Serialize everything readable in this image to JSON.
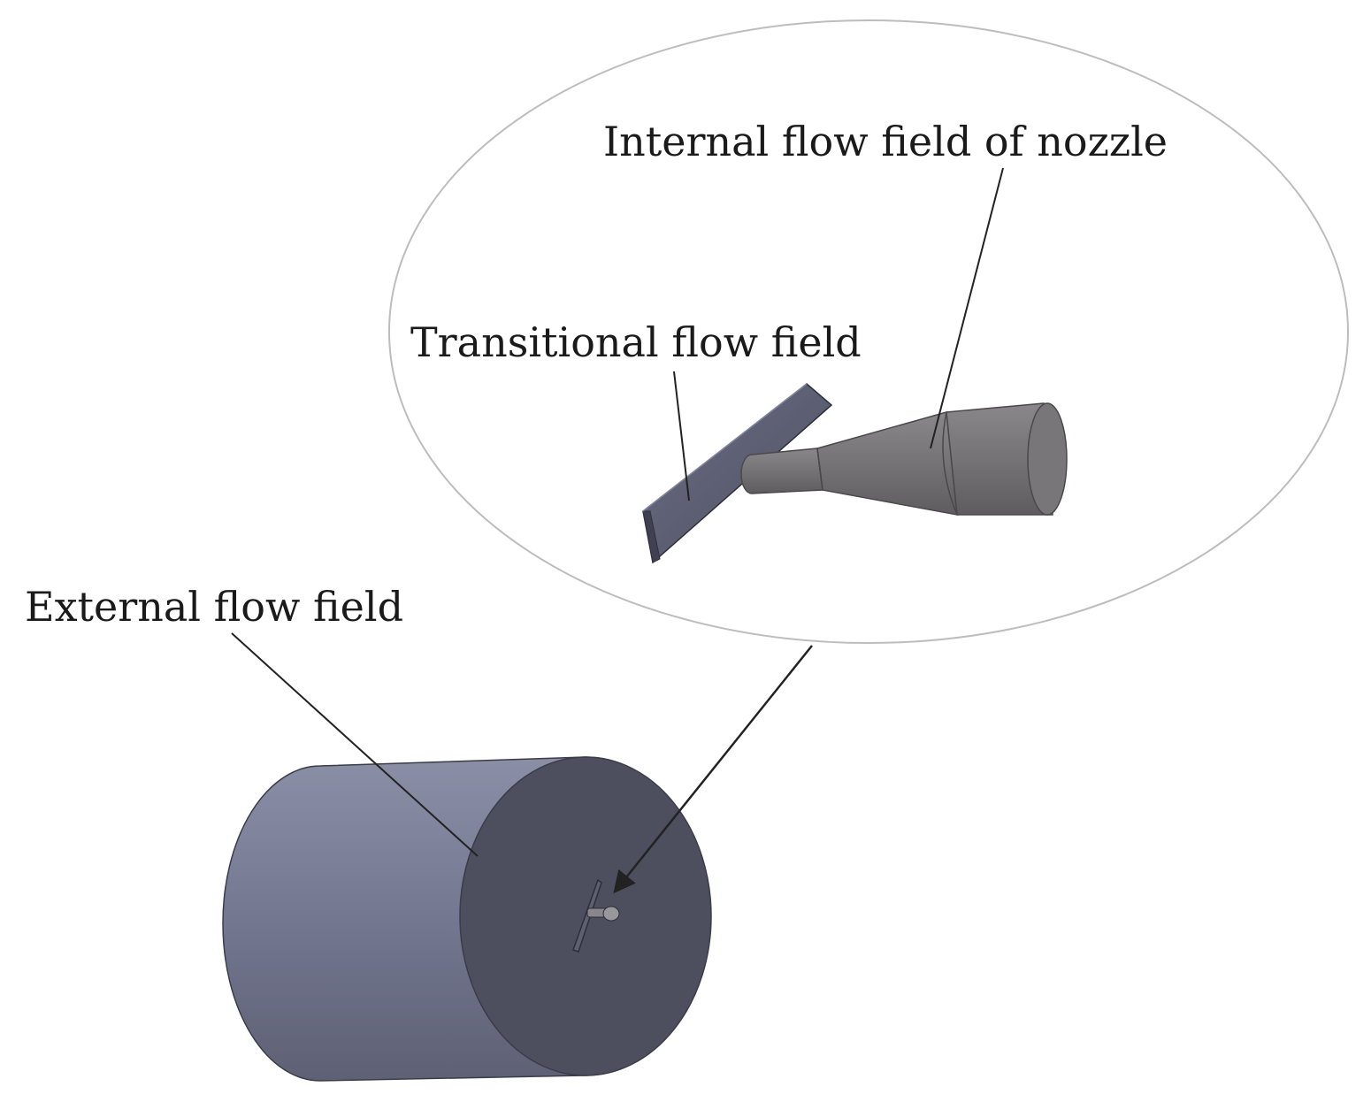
{
  "labels": {
    "internal": "Internal flow field of nozzle",
    "transitional": "Transitional flow field",
    "external": "External flow field"
  },
  "colors": {
    "cylinder_body": "#6f7388",
    "cylinder_face": "#4d4f5e",
    "nozzle": "#737073",
    "transitional_plate": "#5d5f73",
    "ellipse_outline": "#bdbdbd",
    "leader_line": "#222222"
  }
}
